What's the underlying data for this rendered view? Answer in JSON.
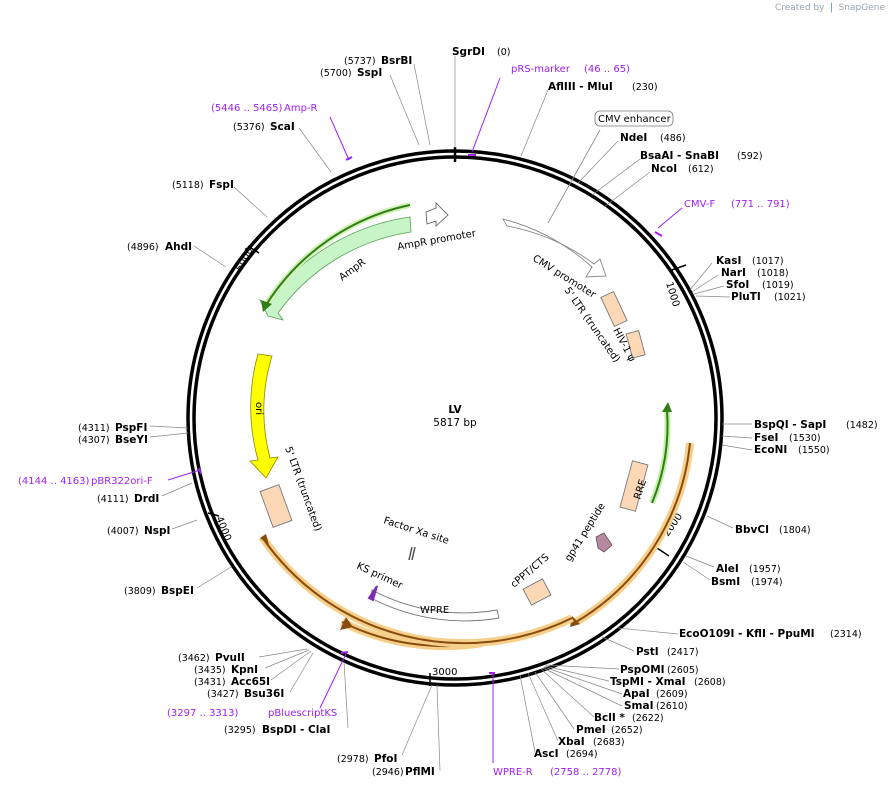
{
  "branding": {
    "created_by": "Created by",
    "app": "SnapGene"
  },
  "plasmid": {
    "name": "LV",
    "size_label": "5817 bp"
  },
  "ruler_ticks": [
    "1000",
    "2000",
    "3000",
    "4000",
    "5000"
  ],
  "sites": [
    {
      "id": "sgrdi",
      "text": "SgrDI",
      "pos": "(0)"
    },
    {
      "id": "afliii",
      "text": "AflIII  - MluI",
      "pos": "(230)"
    },
    {
      "id": "ndei",
      "text": "NdeI",
      "pos": "(486)"
    },
    {
      "id": "bsaai",
      "text": "BsaAI  - SnaBI",
      "pos": "(592)"
    },
    {
      "id": "ncoi",
      "text": "NcoI",
      "pos": "(612)"
    },
    {
      "id": "kasi",
      "text": "KasI",
      "pos": "(1017)"
    },
    {
      "id": "nari",
      "text": "NarI",
      "pos": "(1018)"
    },
    {
      "id": "sfoi",
      "text": "SfoI",
      "pos": "(1019)"
    },
    {
      "id": "pluti",
      "text": "PluTI",
      "pos": "(1021)"
    },
    {
      "id": "bspqi",
      "text": "BspQI  - SapI",
      "pos": "(1482)"
    },
    {
      "id": "fsei",
      "text": "FseI",
      "pos": "(1530)"
    },
    {
      "id": "econi",
      "text": "EcoNI",
      "pos": "(1550)"
    },
    {
      "id": "bbvci",
      "text": "BbvCI",
      "pos": "(1804)"
    },
    {
      "id": "alei",
      "text": "AleI",
      "pos": "(1957)"
    },
    {
      "id": "bsmi",
      "text": "BsmI",
      "pos": "(1974)"
    },
    {
      "id": "ecoo109i",
      "text": "EcoO109I  - KflI  - PpuMI",
      "pos": "(2314)"
    },
    {
      "id": "psti",
      "text": "PstI",
      "pos": "(2417)"
    },
    {
      "id": "pspomi",
      "text": "PspOMI",
      "pos": "(2605)"
    },
    {
      "id": "tspmi",
      "text": "TspMI  - XmaI",
      "pos": "(2608)"
    },
    {
      "id": "apai",
      "text": "ApaI",
      "pos": "(2609)"
    },
    {
      "id": "smai",
      "text": "SmaI",
      "pos": "(2610)"
    },
    {
      "id": "bcli",
      "text": "BclI *",
      "pos": "(2622)"
    },
    {
      "id": "pmei",
      "text": "PmeI",
      "pos": "(2652)"
    },
    {
      "id": "xbai",
      "text": "XbaI",
      "pos": "(2683)"
    },
    {
      "id": "asci",
      "text": "AscI",
      "pos": "(2694)"
    },
    {
      "id": "pflmi",
      "text": "PflMI",
      "pos": "(2946)"
    },
    {
      "id": "pfoi",
      "text": "PfoI",
      "pos": "(2978)"
    },
    {
      "id": "bspdi",
      "text": "BspDI  - ClaI",
      "pos": "(3295)"
    },
    {
      "id": "bsu36i",
      "text": "Bsu36I",
      "pos": "(3427)"
    },
    {
      "id": "acc65i",
      "text": "Acc65I",
      "pos": "(3431)"
    },
    {
      "id": "kpni",
      "text": "KpnI",
      "pos": "(3435)"
    },
    {
      "id": "pvuii",
      "text": "PvuII",
      "pos": "(3462)"
    },
    {
      "id": "bspei",
      "text": "BspEI",
      "pos": "(3809)"
    },
    {
      "id": "nspi",
      "text": "NspI",
      "pos": "(4007)"
    },
    {
      "id": "drdi",
      "text": "DrdI",
      "pos": "(4111)"
    },
    {
      "id": "bseyi",
      "text": "BseYI",
      "pos": "(4307)"
    },
    {
      "id": "pspfi",
      "text": "PspFI",
      "pos": "(4311)"
    },
    {
      "id": "ahdi",
      "text": "AhdI",
      "pos": "(4896)"
    },
    {
      "id": "fspi",
      "text": "FspI",
      "pos": "(5118)"
    },
    {
      "id": "scai",
      "text": "ScaI",
      "pos": "(5376)"
    },
    {
      "id": "sspi",
      "text": "SspI",
      "pos": "(5700)"
    },
    {
      "id": "bsrbi",
      "text": "BsrBI",
      "pos": "(5737)"
    }
  ],
  "primers": [
    {
      "id": "prs",
      "name": "pRS-marker",
      "range": "(46 .. 65)"
    },
    {
      "id": "cmvf",
      "name": "CMV-F",
      "range": "(771 .. 791)"
    },
    {
      "id": "wprer",
      "name": "WPRE-R",
      "range": "(2758 .. 2778)"
    },
    {
      "id": "pbks",
      "name": "pBluescriptKS",
      "range": "(3297 .. 3313)"
    },
    {
      "id": "pbr",
      "name": "pBR322ori-F",
      "range": "(4144 .. 4163)"
    },
    {
      "id": "ampr",
      "name": "Amp-R",
      "range": "(5446 .. 5465)"
    }
  ],
  "features": {
    "cmv_enhancer": "CMV enhancer",
    "cmv_promoter": "CMV promoter",
    "ltr5_top": "5' LTR (truncated)",
    "hiv_psi": "HIV-1 ψ",
    "rre": "RRE",
    "gp41": "gp41 peptide",
    "cppt": "cPPT/CTS",
    "wpre": "WPRE",
    "ks_primer": "KS primer",
    "factor_xa": "Factor Xa site",
    "ltr5_left": "5' LTR (truncated)",
    "ori": "ori",
    "ampr": "AmpR",
    "ampr_promoter": "AmpR promoter"
  }
}
